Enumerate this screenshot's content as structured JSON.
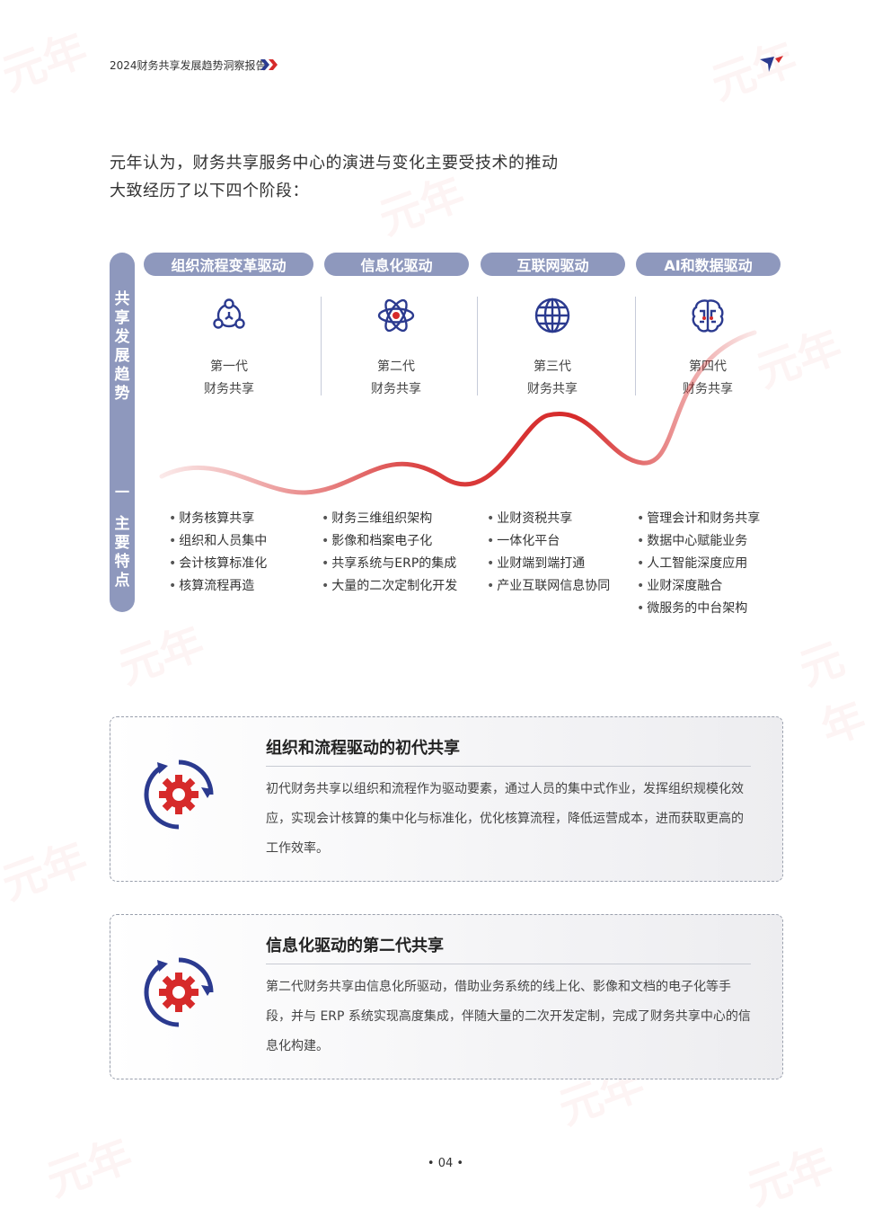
{
  "header": {
    "title": "2024财务共享发展趋势洞察报告"
  },
  "intro": {
    "line1": "元年认为，财务共享服务中心的演进与变化主要受技术的推动",
    "line2": "大致经历了以下四个阶段："
  },
  "sidebar": {
    "top_label": "共享发展趋势",
    "dash": "一",
    "bottom_label": "主要特点"
  },
  "stages": [
    {
      "title": "组织流程变革驱动",
      "icon": "network-nodes-icon",
      "gen": "第一代",
      "sub": "财务共享",
      "features": [
        "财务核算共享",
        "组织和人员集中",
        "会计核算标准化",
        "核算流程再造"
      ]
    },
    {
      "title": "信息化驱动",
      "icon": "atom-icon",
      "gen": "第二代",
      "sub": "财务共享",
      "features": [
        "财务三维组织架构",
        "影像和档案电子化",
        "共享系统与ERP的集成",
        "大量的二次定制化开发"
      ]
    },
    {
      "title": "互联网驱动",
      "icon": "globe-icon",
      "gen": "第三代",
      "sub": "财务共享",
      "features": [
        "业财资税共享",
        "一体化平台",
        "业财端到端打通",
        "产业互联网信息协同"
      ]
    },
    {
      "title": "AI和数据驱动",
      "icon": "ai-brain-icon",
      "gen": "第四代",
      "sub": "财务共享",
      "features": [
        "管理会计和财务共享",
        "数据中心赋能业务",
        "人工智能深度应用",
        "业财深度融合",
        "微服务的中台架构"
      ]
    }
  ],
  "cards": [
    {
      "icon": "gear-cycle-icon",
      "title": "组织和流程驱动的初代共享",
      "body": "初代财务共享以组织和流程作为驱动要素，通过人员的集中式作业，发挥组织规模化效应，实现会计核算的集中化与标准化，优化核算流程，降低运营成本，进而获取更高的工作效率。"
    },
    {
      "icon": "gear-cycle-icon",
      "title": "信息化驱动的第二代共享",
      "body": "第二代财务共享由信息化所驱动，借助业务系统的线上化、影像和文档的电子化等手段，并与 ERP 系统实现高度集成，伴随大量的二次开发定制，完成了财务共享中心的信息化构建。"
    }
  ],
  "page_number": "• 04 •",
  "colors": {
    "accent_blue": "#2b3a8f",
    "accent_red": "#d62a2a",
    "pill": "#8e98bd"
  }
}
